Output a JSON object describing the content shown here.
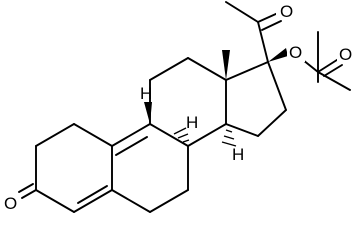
{
  "diagram": {
    "atom_labels": {
      "ketone_oxygen": "O",
      "acetyl_oxygen": "O",
      "ester_oxygen": "O",
      "ester_carbonyl_oxygen": "O",
      "h9": "H",
      "h8": "H",
      "h14": "H"
    }
  }
}
